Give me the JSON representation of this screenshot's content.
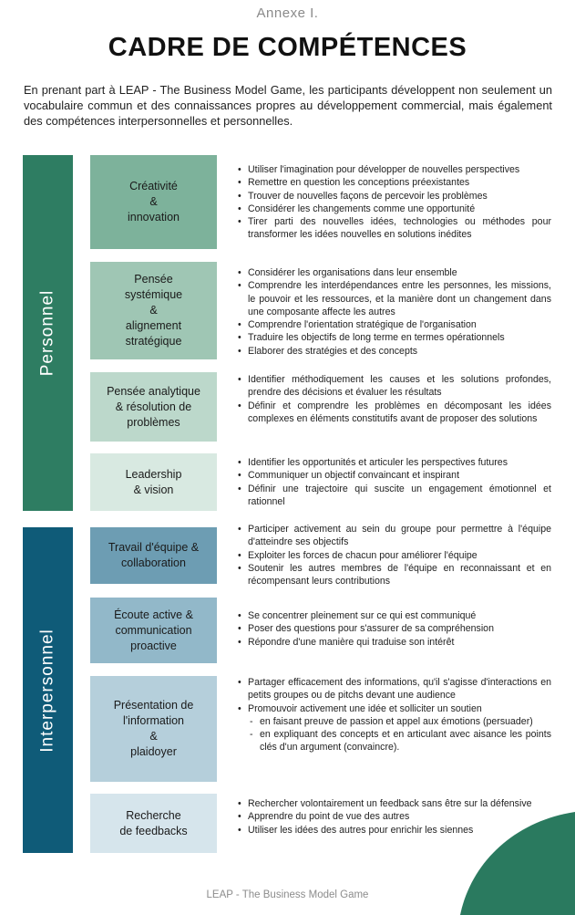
{
  "header": {
    "annex": "Annexe I.",
    "title": "CADRE DE COMPÉTENCES",
    "intro": "En prenant part à LEAP - The Business Model Game, les participants développent non seulement un vocabulaire commun et des connaissances propres au développement commercial, mais également des compétences interpersonnelles et personnelles."
  },
  "colors": {
    "personnel_bar": "#2e7d62",
    "interpersonnel_bar": "#0f5b78",
    "corner": "#2a7a5f"
  },
  "sections": [
    {
      "label": "Personnel",
      "competences": [
        {
          "name": "Créativité\n&\ninnovation",
          "color": "#7db29b",
          "items": [
            {
              "text": "Utiliser l'imagination pour développer de nouvelles perspectives"
            },
            {
              "text": "Remettre en question les conceptions préexistantes"
            },
            {
              "text": "Trouver de nouvelles façons de percevoir les problèmes"
            },
            {
              "text": "Considérer les changements comme une opportunité"
            },
            {
              "text": "Tirer parti des nouvelles idées, technologies ou méthodes pour transformer les idées nouvelles en solutions inédites"
            }
          ]
        },
        {
          "name": "Pensée\nsystémique\n&\nalignement\nstratégique",
          "color": "#9fc6b4",
          "items": [
            {
              "text": "Considérer les organisations dans leur ensemble"
            },
            {
              "text": "Comprendre les interdépendances entre les personnes, les missions, le pouvoir et les ressources, et la manière dont un changement dans une composante affecte les autres"
            },
            {
              "text": "Comprendre l'orientation stratégique de l'organisation"
            },
            {
              "text": "Traduire les objectifs de long terme en termes opérationnels"
            },
            {
              "text": "Elaborer des stratégies et des concepts"
            }
          ]
        },
        {
          "name": "Pensée analytique\n& résolution de\nproblèmes",
          "color": "#bcd8cb",
          "items": [
            {
              "text": "Identifier méthodiquement les causes et les solutions profondes, prendre des décisions et évaluer les résultats"
            },
            {
              "text": "Définir et comprendre les problèmes en décomposant les idées complexes en éléments constitutifs avant de proposer des solutions"
            }
          ]
        },
        {
          "name": "Leadership\n& vision",
          "color": "#d8e9e1",
          "items": [
            {
              "text": "Identifier les opportunités et articuler les perspectives futures"
            },
            {
              "text": "Communiquer un objectif convaincant et inspirant"
            },
            {
              "text": "Définir une trajectoire qui suscite un engagement émotionnel et rationnel"
            }
          ]
        }
      ]
    },
    {
      "label": "Interpersonnel",
      "competences": [
        {
          "name": "Travail d'équipe &\ncollaboration",
          "color": "#6d9db3",
          "items": [
            {
              "text": "Participer activement au sein du groupe pour permettre à l'équipe d'atteindre ses objectifs"
            },
            {
              "text": "Exploiter les forces de chacun pour améliorer l'équipe"
            },
            {
              "text": "Soutenir les autres membres de l'équipe en reconnaissant et en récompensant leurs contributions"
            }
          ]
        },
        {
          "name": "Écoute active &\ncommunication\nproactive",
          "color": "#92b8c9",
          "items": [
            {
              "text": "Se concentrer pleinement sur ce qui est communiqué"
            },
            {
              "text": "Poser des questions pour s'assurer de sa compréhension"
            },
            {
              "text": "Répondre d'une manière qui traduise son intérêt"
            }
          ]
        },
        {
          "name": "Présentation de\nl'information\n&\nplaidoyer",
          "color": "#b5cfdb",
          "items": [
            {
              "text": "Partager efficacement des informations, qu'il s'agisse d'interactions en petits groupes ou de pitchs devant une audience"
            },
            {
              "text": "Promouvoir activement une idée et solliciter un soutien"
            },
            {
              "text": "en faisant preuve de passion et appel aux émotions (persuader)",
              "sub": true
            },
            {
              "text": "en expliquant des concepts et en articulant avec aisance les points clés d'un argument (convaincre).",
              "sub": true
            }
          ]
        },
        {
          "name": "Recherche\nde feedbacks",
          "color": "#d6e5ec",
          "items": [
            {
              "text": "Rechercher volontairement un feedback sans être sur la défensive"
            },
            {
              "text": "Apprendre du point de vue des autres"
            },
            {
              "text": "Utiliser les idées des autres pour enrichir les siennes"
            }
          ]
        }
      ]
    }
  ],
  "footer": "LEAP - The Business Model Game"
}
